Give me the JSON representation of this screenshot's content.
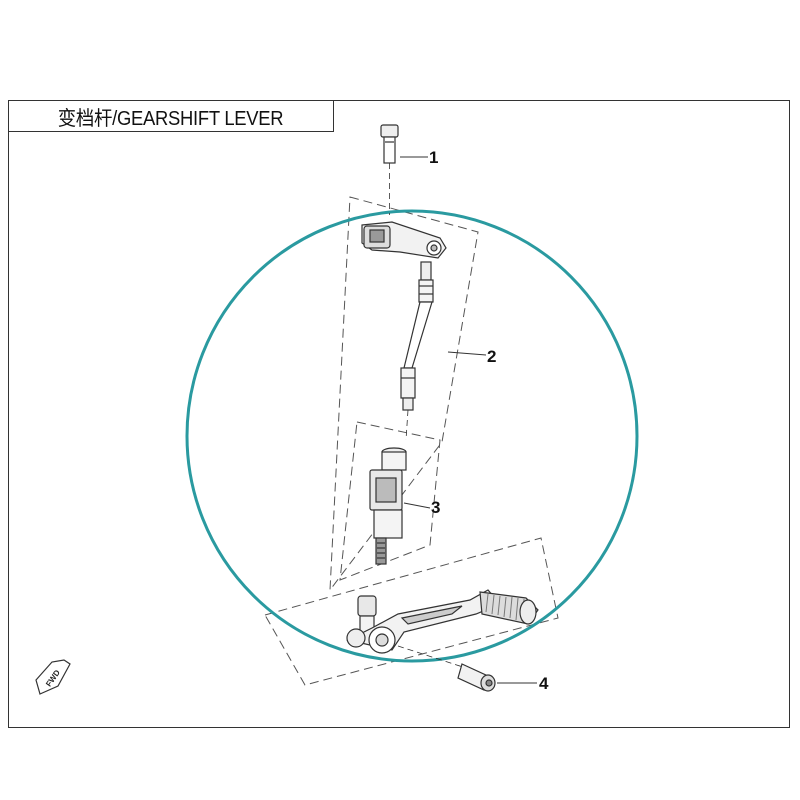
{
  "title": "变档杆/GEARSHIFT LEVER",
  "callouts": [
    {
      "id": "1",
      "label": "1"
    },
    {
      "id": "2",
      "label": "2"
    },
    {
      "id": "3",
      "label": "3"
    },
    {
      "id": "4",
      "label": "4"
    }
  ],
  "fwd_badge": "FWD",
  "colors": {
    "highlight_circle": "#2a9aa0",
    "line": "#333333"
  }
}
